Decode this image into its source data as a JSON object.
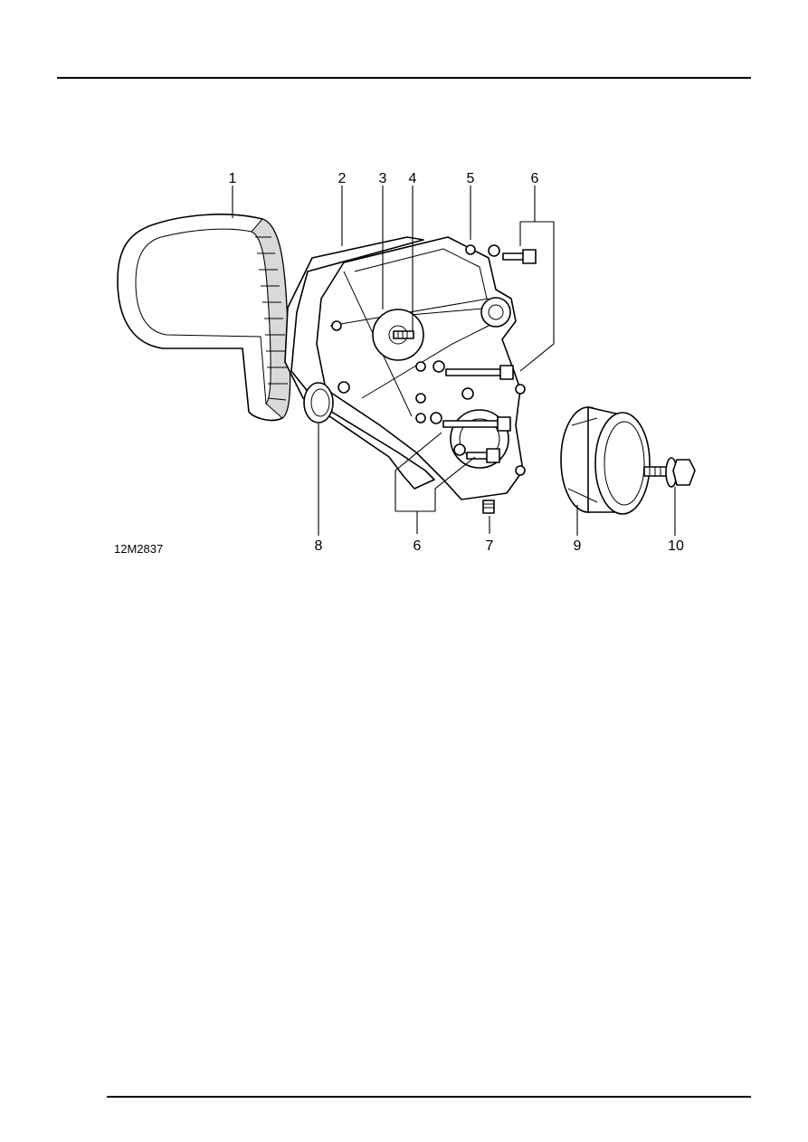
{
  "figure": {
    "reference": "12M2837",
    "callouts": [
      "1",
      "2",
      "3",
      "4",
      "5",
      "6",
      "6",
      "7",
      "8",
      "9",
      "10"
    ]
  }
}
